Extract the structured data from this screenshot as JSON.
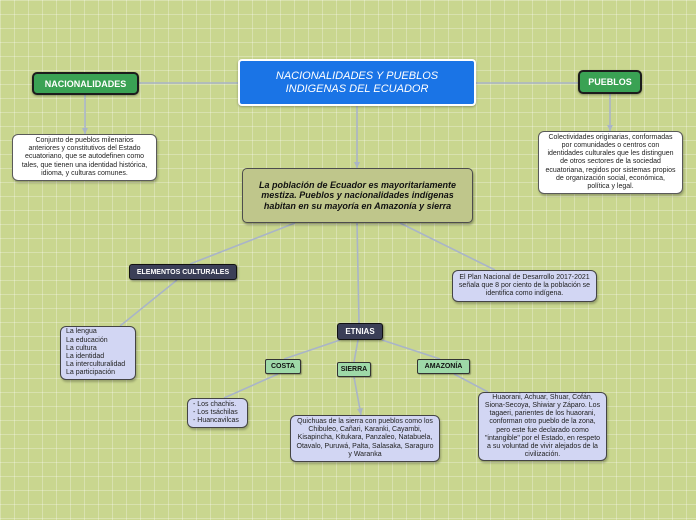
{
  "main_title": "NACIONALIDADES Y PUEBLOS INDIGENAS DEL ECUADOR",
  "nacionalidades": {
    "label": "NACIONALIDADES",
    "description": "Conjunto de pueblos milenarios anteriores y constitutivos del Estado ecuatoriano, que se autodefinen como tales, que tienen una identidad histórica, idioma, y culturas comunes."
  },
  "pueblos": {
    "label": "PUEBLOS",
    "description": "Colectividades originarias, conformadas por comunidades o centros con identidades culturales que les distinguen de otros sectores de la sociedad ecuatoriana, regidos por sistemas propios de organización social, económica, política y legal."
  },
  "central_statement": "La población de Ecuador es mayoritariamente mestiza. Pueblos y nacionalidades indígenas habitan en su mayoría en Amazonía y sierra",
  "elementos_culturales": {
    "label": "ELEMENTOS CULTURALES",
    "items": "La lengua\nLa educación\nLa cultura\nLa identidad\nLa interculturalidad\nLa participación"
  },
  "plan_nacional": "El Plan Nacional de Desarrollo 2017-2021 señala que 8 por ciento de la población se identifica como indígena.",
  "etnias": {
    "label": "ETNIAS",
    "costa": {
      "label": "COSTA",
      "items": "- Los chachis.\n- Los tsáchilas\n- Huancavilcas"
    },
    "sierra": {
      "label": "SIERRA",
      "items": "Quichuas de la sierra con pueblos como los Chibuleo, Cañari, Karanki, Cayambi, Kisapincha, Kitukara, Panzaleo, Natabuela, Otavalo, Puruwá, Palta, Salasaka, Saraguro y Waranka"
    },
    "amazonia": {
      "label": "AMAZONÍA",
      "items": "Huaorani, Achuar, Shuar, Cofán, Siona-Secoya, Shiwiar y Záparo. Los tagaeri, parientes de los huaorani, conforman otro pueblo de la zona, pero este fue declarado como \"intangible\" por el Estado, en respeto a su voluntad de vivir alejados de la civilización."
    }
  },
  "colors": {
    "background": "#c9d68f",
    "main_node": "#1a74e6",
    "green_node": "#3aa254",
    "dark_node": "#3b3f57",
    "lavender_note": "#d2d6f3",
    "region_tag": "#9ed9a8",
    "connector": "#a9b4c8"
  }
}
